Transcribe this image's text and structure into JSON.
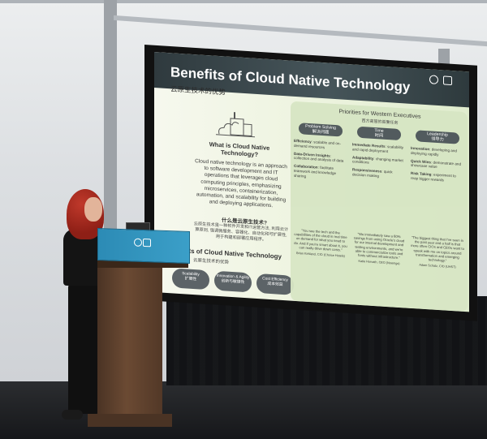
{
  "slide": {
    "title": "Benefits of Cloud Native Technology",
    "subtitle_cn": "云原生技术的优势",
    "left": {
      "question_en": "What is Cloud Native Technology?",
      "paragraph_en": "Cloud native technology is an approach to software development and IT operations that leverages cloud computing principles, emphasizing microservices, containerization, automation, and scalability for building and deploying applications.",
      "question_cn": "什么是云原生技术?",
      "paragraph_cn": "云原生技术是一种软件开发和IT运营方法, 利用云计算原则, 强调微服务、容器化、自动化和可扩展性, 用于构建和部署应用程序。",
      "benefits_heading": "Benefits of Cloud Native Technology",
      "benefits_heading_cn": "云原生技术的优势",
      "pills": [
        {
          "en": "Scalability",
          "cn": "扩展性"
        },
        {
          "en": "Innovation & Agility",
          "cn": "创新与敏捷性"
        },
        {
          "en": "Cost Efficiency",
          "cn": "成本效益"
        }
      ]
    },
    "right": {
      "title": "Priorities for Western Executives",
      "title_cn": "西方高管的首要任务",
      "columns": [
        {
          "label": "Problem Solving",
          "label_cn": "解决问题",
          "items": [
            {
              "head": "Efficiency",
              "text": "scalable and on-demand resources"
            },
            {
              "head": "Data-Driven Insights",
              "text": "collection and analysis of data"
            },
            {
              "head": "Collaboration",
              "text": "facilitate teamwork and knowledge sharing"
            }
          ],
          "quote": "\"You see the tech and the capabilities of the cloud in real time on demand for what you need to do. And if you're smart about it, you can really drive down costs.\"",
          "attribution": "Brian Kirkland, CIO (Choice Hotels)"
        },
        {
          "label": "Time",
          "label_cn": "时间",
          "items": [
            {
              "head": "Immediate Results",
              "text": "scalability and rapid deployment"
            },
            {
              "head": "Adaptability",
              "text": "changing market conditions"
            },
            {
              "head": "Responsiveness",
              "text": "quick decision making"
            }
          ],
          "quote": "\"We immediately saw a 60% savings from using Oracle's cloud for our internal development and testing environments, and we're able to commercialize tools and fonts without infrastructure.\"",
          "attribution": "Katie Horvath, CEO (Noemgs)"
        },
        {
          "label": "Leadership",
          "label_cn": "领导力",
          "items": [
            {
              "head": "Innovation",
              "text": "developing and deploying rapidly"
            },
            {
              "head": "Quick Wins",
              "text": "demonstrate and showcase value"
            },
            {
              "head": "Risk Taking",
              "text": "experiment to reap bigger rewards"
            }
          ],
          "quote": "\"The biggest thing that I've seen in the past year and a half is that more often CIOs and CEOs want to speak with me on topics around transformation and emerging technology.\"",
          "attribution": "Adam Schatz, CIO (UHST)"
        }
      ]
    }
  },
  "colors": {
    "header_bg": "#3a4649",
    "slide_bg": "#eef4e0",
    "priorities_panel": "#d7e6c4",
    "podium_sign": "#3b9fc8",
    "hair": "#a8281c"
  }
}
